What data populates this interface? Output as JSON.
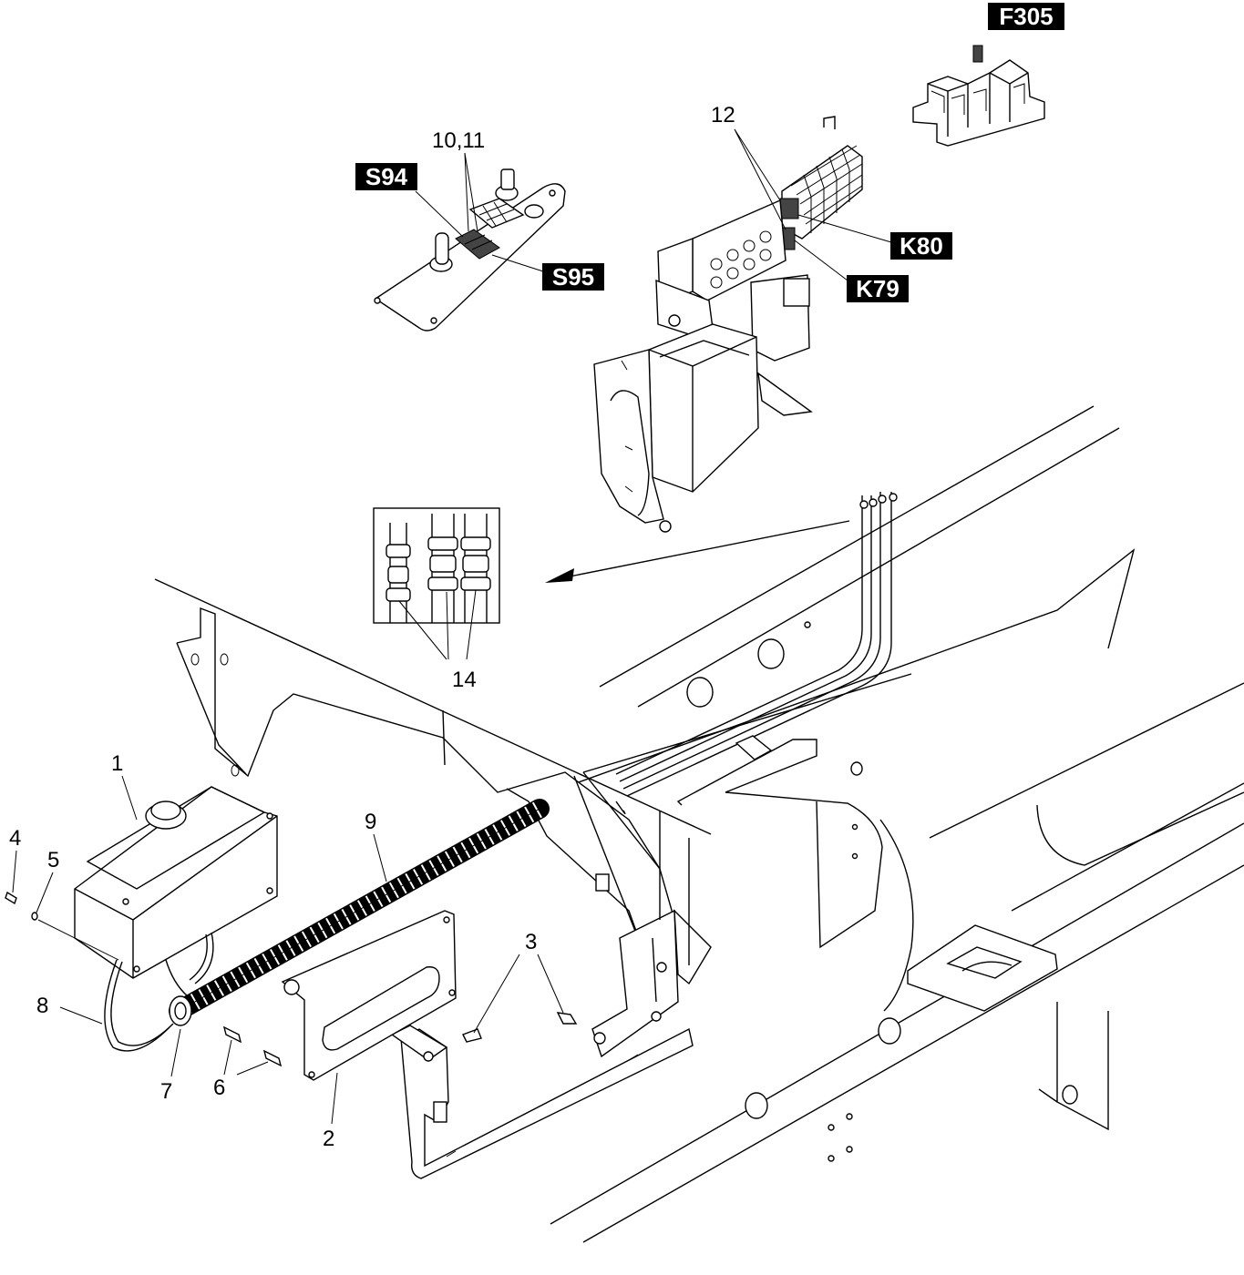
{
  "callouts": {
    "c1": "1",
    "c2": "2",
    "c3": "3",
    "c4": "4",
    "c5": "5",
    "c6": "6",
    "c7": "7",
    "c8": "8",
    "c9": "9",
    "c10_11": "10,11",
    "c12": "12",
    "c14": "14"
  },
  "tags": {
    "f305": "F305",
    "s94": "S94",
    "s95": "S95",
    "k80": "K80",
    "k79": "K79"
  },
  "colors": {
    "line": "#000000",
    "tag_background": "#000000",
    "tag_text": "#ffffff",
    "highlight_relay": "#444444"
  }
}
